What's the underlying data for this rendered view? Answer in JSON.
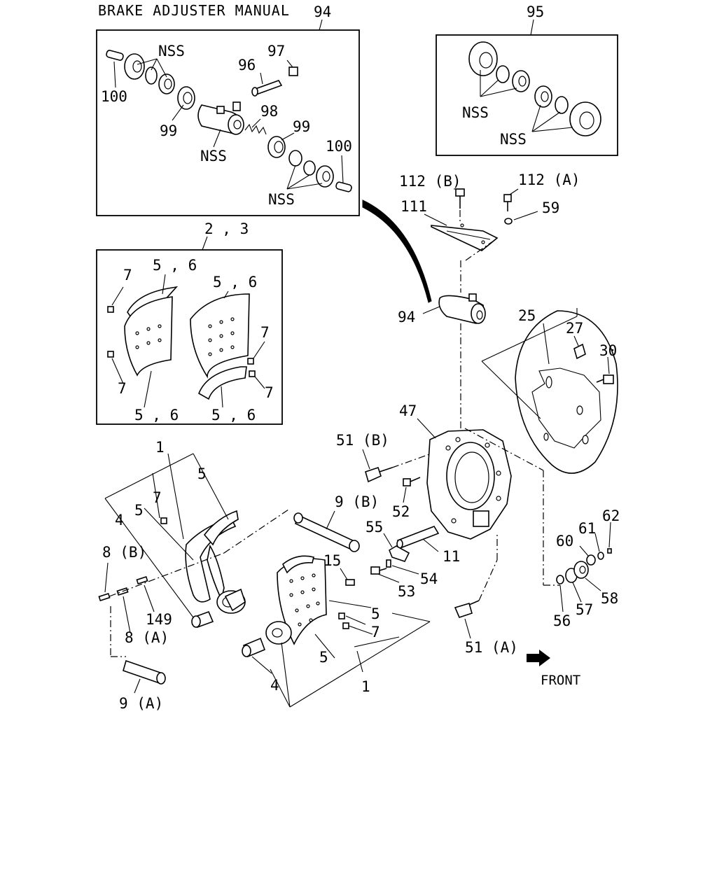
{
  "title": "BRAKE ADJUSTER MANUAL",
  "box_labels": {
    "adjuster_kit": "94",
    "seal_kit": "95",
    "lining_kit": "2 , 3"
  },
  "callouts": {
    "c100a": "100",
    "nss_a": "NSS",
    "c96": "96",
    "c97": "97",
    "c99a": "99",
    "c98": "98",
    "c99b": "99",
    "nss_b": "NSS",
    "c100b": "100",
    "nss_c": "NSS",
    "nss_d": "NSS",
    "nss_e": "NSS",
    "c112b": "112 (B)",
    "c112a": "112 (A)",
    "c111": "111",
    "c59": "59",
    "c94": "94",
    "c56a": "5 , 6",
    "c56b": "5 , 6",
    "c56c": "5 , 6",
    "c56d": "5 , 6",
    "c7a": "7",
    "c7b": "7",
    "c7c": "7",
    "c7d": "7",
    "c25": "25",
    "c27": "27",
    "c30": "30",
    "c47": "47",
    "c51b": "51 (B)",
    "c52": "52",
    "c55": "55",
    "c11": "11",
    "c53": "53",
    "c54": "54",
    "c9b": "9 (B)",
    "c15": "15",
    "c1a": "1",
    "c5a": "5",
    "c7e": "7",
    "c5b": "5",
    "c4a": "4",
    "c8b": "8 (B)",
    "c149": "149",
    "c8a": "8 (A)",
    "c9a": "9 (A)",
    "c5c": "5",
    "c7f": "7",
    "c5d": "5",
    "c4b": "4",
    "c1b": "1",
    "c51a": "51 (A)",
    "c60": "60",
    "c61": "61",
    "c62": "62",
    "c56": "56",
    "c57": "57",
    "c58": "58",
    "front": "FRONT"
  }
}
